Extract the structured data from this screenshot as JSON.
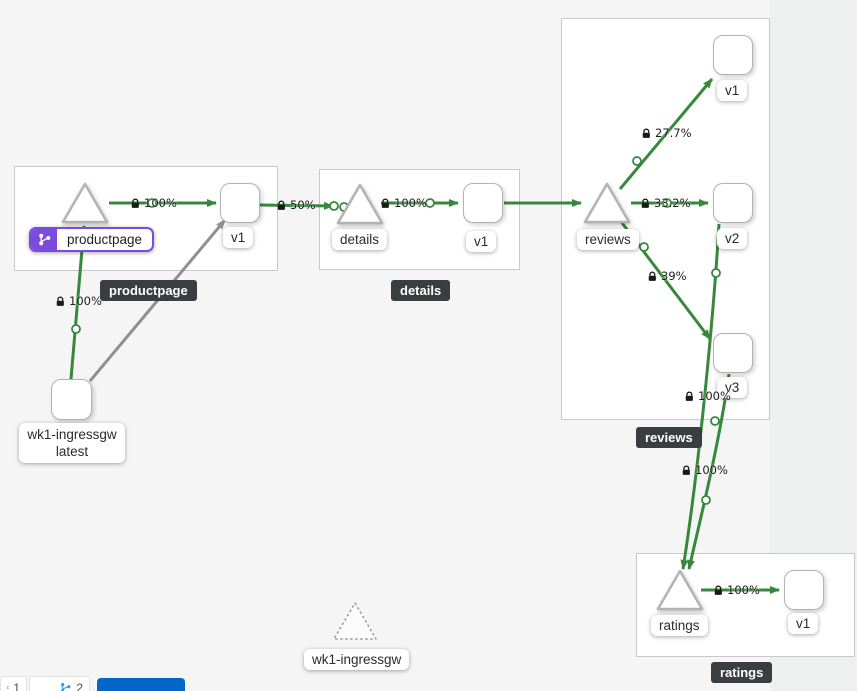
{
  "graph": {
    "groups": {
      "productpage": {
        "tooltip": "productpage"
      },
      "details": {
        "tooltip": "details"
      },
      "reviews": {
        "tooltip": "reviews"
      },
      "ratings": {
        "tooltip": "ratings"
      }
    },
    "nodes": {
      "productpage_service": {
        "label": "productpage"
      },
      "productpage_v1": {
        "label": "v1"
      },
      "details_service": {
        "label": "details"
      },
      "details_v1": {
        "label": "v1"
      },
      "reviews_service": {
        "label": "reviews"
      },
      "reviews_v1": {
        "label": "v1"
      },
      "reviews_v2": {
        "label": "v2"
      },
      "reviews_v3": {
        "label": "v3"
      },
      "ratings_service": {
        "label": "ratings"
      },
      "ratings_v1": {
        "label": "v1"
      },
      "ingress_workload": {
        "label_line1": "wk1-ingressgw",
        "label_line2": "latest"
      },
      "idle_service": {
        "label": "wk1-ingressgw"
      }
    },
    "edge_labels": {
      "ingress_to_productpage": "100%",
      "productpage_to_v1": "100%",
      "v1_to_details": "50%",
      "details_to_v1": "100%",
      "reviews_to_v1": "27.7%",
      "reviews_to_v2": "33.2%",
      "reviews_to_v3": "39%",
      "v2_to_ratings": "100%",
      "v3_to_ratings": "100%",
      "ratings_to_v1": "100%"
    },
    "colors": {
      "healthy_edge": "#38883c",
      "unknown_edge": "#909090",
      "app_badge": "#7a4bdc"
    }
  },
  "footer": {
    "count1": "1",
    "count2": "2"
  }
}
